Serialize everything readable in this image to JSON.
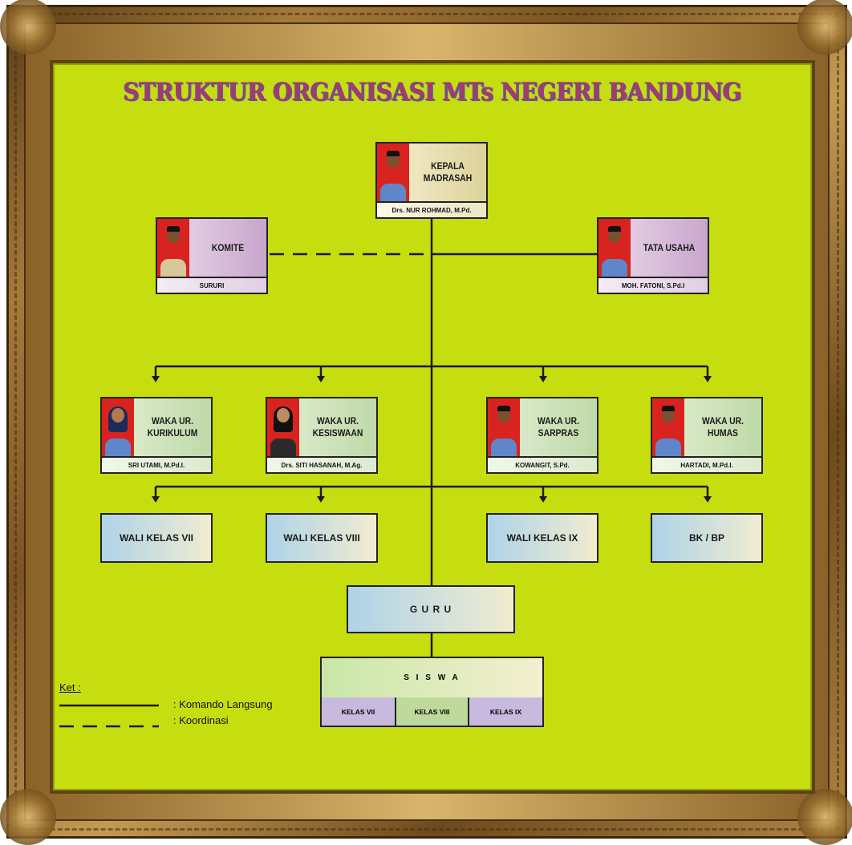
{
  "title": "STRUKTUR ORGANISASI MTs NEGERI BANDUNG",
  "kepala": {
    "role": "KEPALA\nMADRASAH",
    "name": "Drs. NUR ROHMAD, M.Pd."
  },
  "komite": {
    "role": "KOMITE",
    "name": "SURURI"
  },
  "tata_usaha": {
    "role": "TATA USAHA",
    "name": "MOH. FATONI, S.Pd.I"
  },
  "waka": [
    {
      "role": "WAKA UR.\nKURIKULUM",
      "name": "SRI UTAMI, M.Pd.I."
    },
    {
      "role": "WAKA UR.\nKESISWAAN",
      "name": "Drs. SITI HASANAH, M.Ag."
    },
    {
      "role": "WAKA UR.\nSARPRAS",
      "name": "KOWANGIT, S.Pd."
    },
    {
      "role": "WAKA UR.\nHUMAS",
      "name": "HARTADI, M.Pd.I."
    }
  ],
  "wali": [
    "WALI KELAS  VII",
    "WALI KELAS  VIII",
    "WALI KELAS  IX",
    "BK / BP"
  ],
  "guru": "G U R U",
  "siswa": {
    "label": "S I S W A",
    "kelas": [
      "KELAS VII",
      "KELAS VIII",
      "KELAS IX"
    ]
  },
  "legend": {
    "title": "Ket :",
    "solid": ": Komando Langsung",
    "dashed": ": Koordinasi"
  }
}
